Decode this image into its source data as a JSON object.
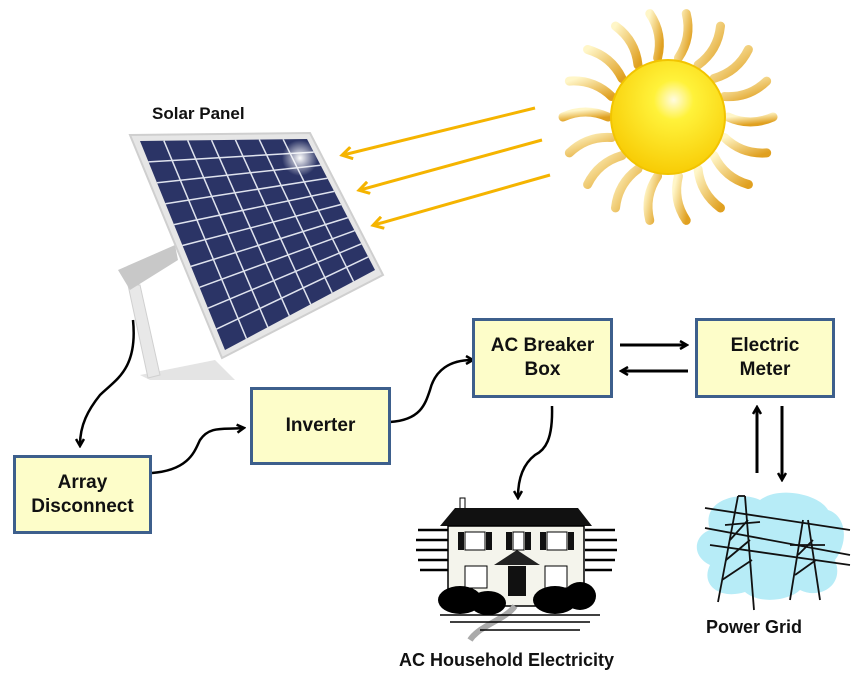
{
  "title": "Solar Power System Diagram",
  "labels": {
    "solar_panel": "Solar Panel",
    "household": "AC Household Electricity",
    "power_grid": "Power Grid"
  },
  "boxes": {
    "array_disconnect": "Array\nDisconnect",
    "inverter": "Inverter",
    "ac_breaker_box": "AC Breaker\nBox",
    "electric_meter": "Electric\nMeter"
  },
  "colors": {
    "box_fill": "#fdfdc9",
    "box_border": "#3d5f8c",
    "sun_ray_arrow": "#f5b400",
    "sun": "#ffe600",
    "panel_cell": "#2b3466",
    "sky_cloud": "#b7ecf7"
  }
}
